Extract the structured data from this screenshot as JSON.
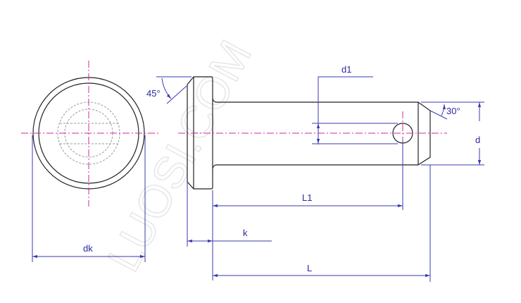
{
  "drawing": {
    "labels": {
      "d1": "d1",
      "d": "d",
      "angle_head": "45°",
      "angle_tip": "30°",
      "L1": "L1",
      "k": "k",
      "L": "L",
      "dk": "dk"
    },
    "watermark": "LUOSI.COM",
    "colors": {
      "outline": "#222222",
      "dimension": "#3a3ab0",
      "centerline": "#cc2aa0",
      "hidden": "#9a9a9a"
    }
  }
}
